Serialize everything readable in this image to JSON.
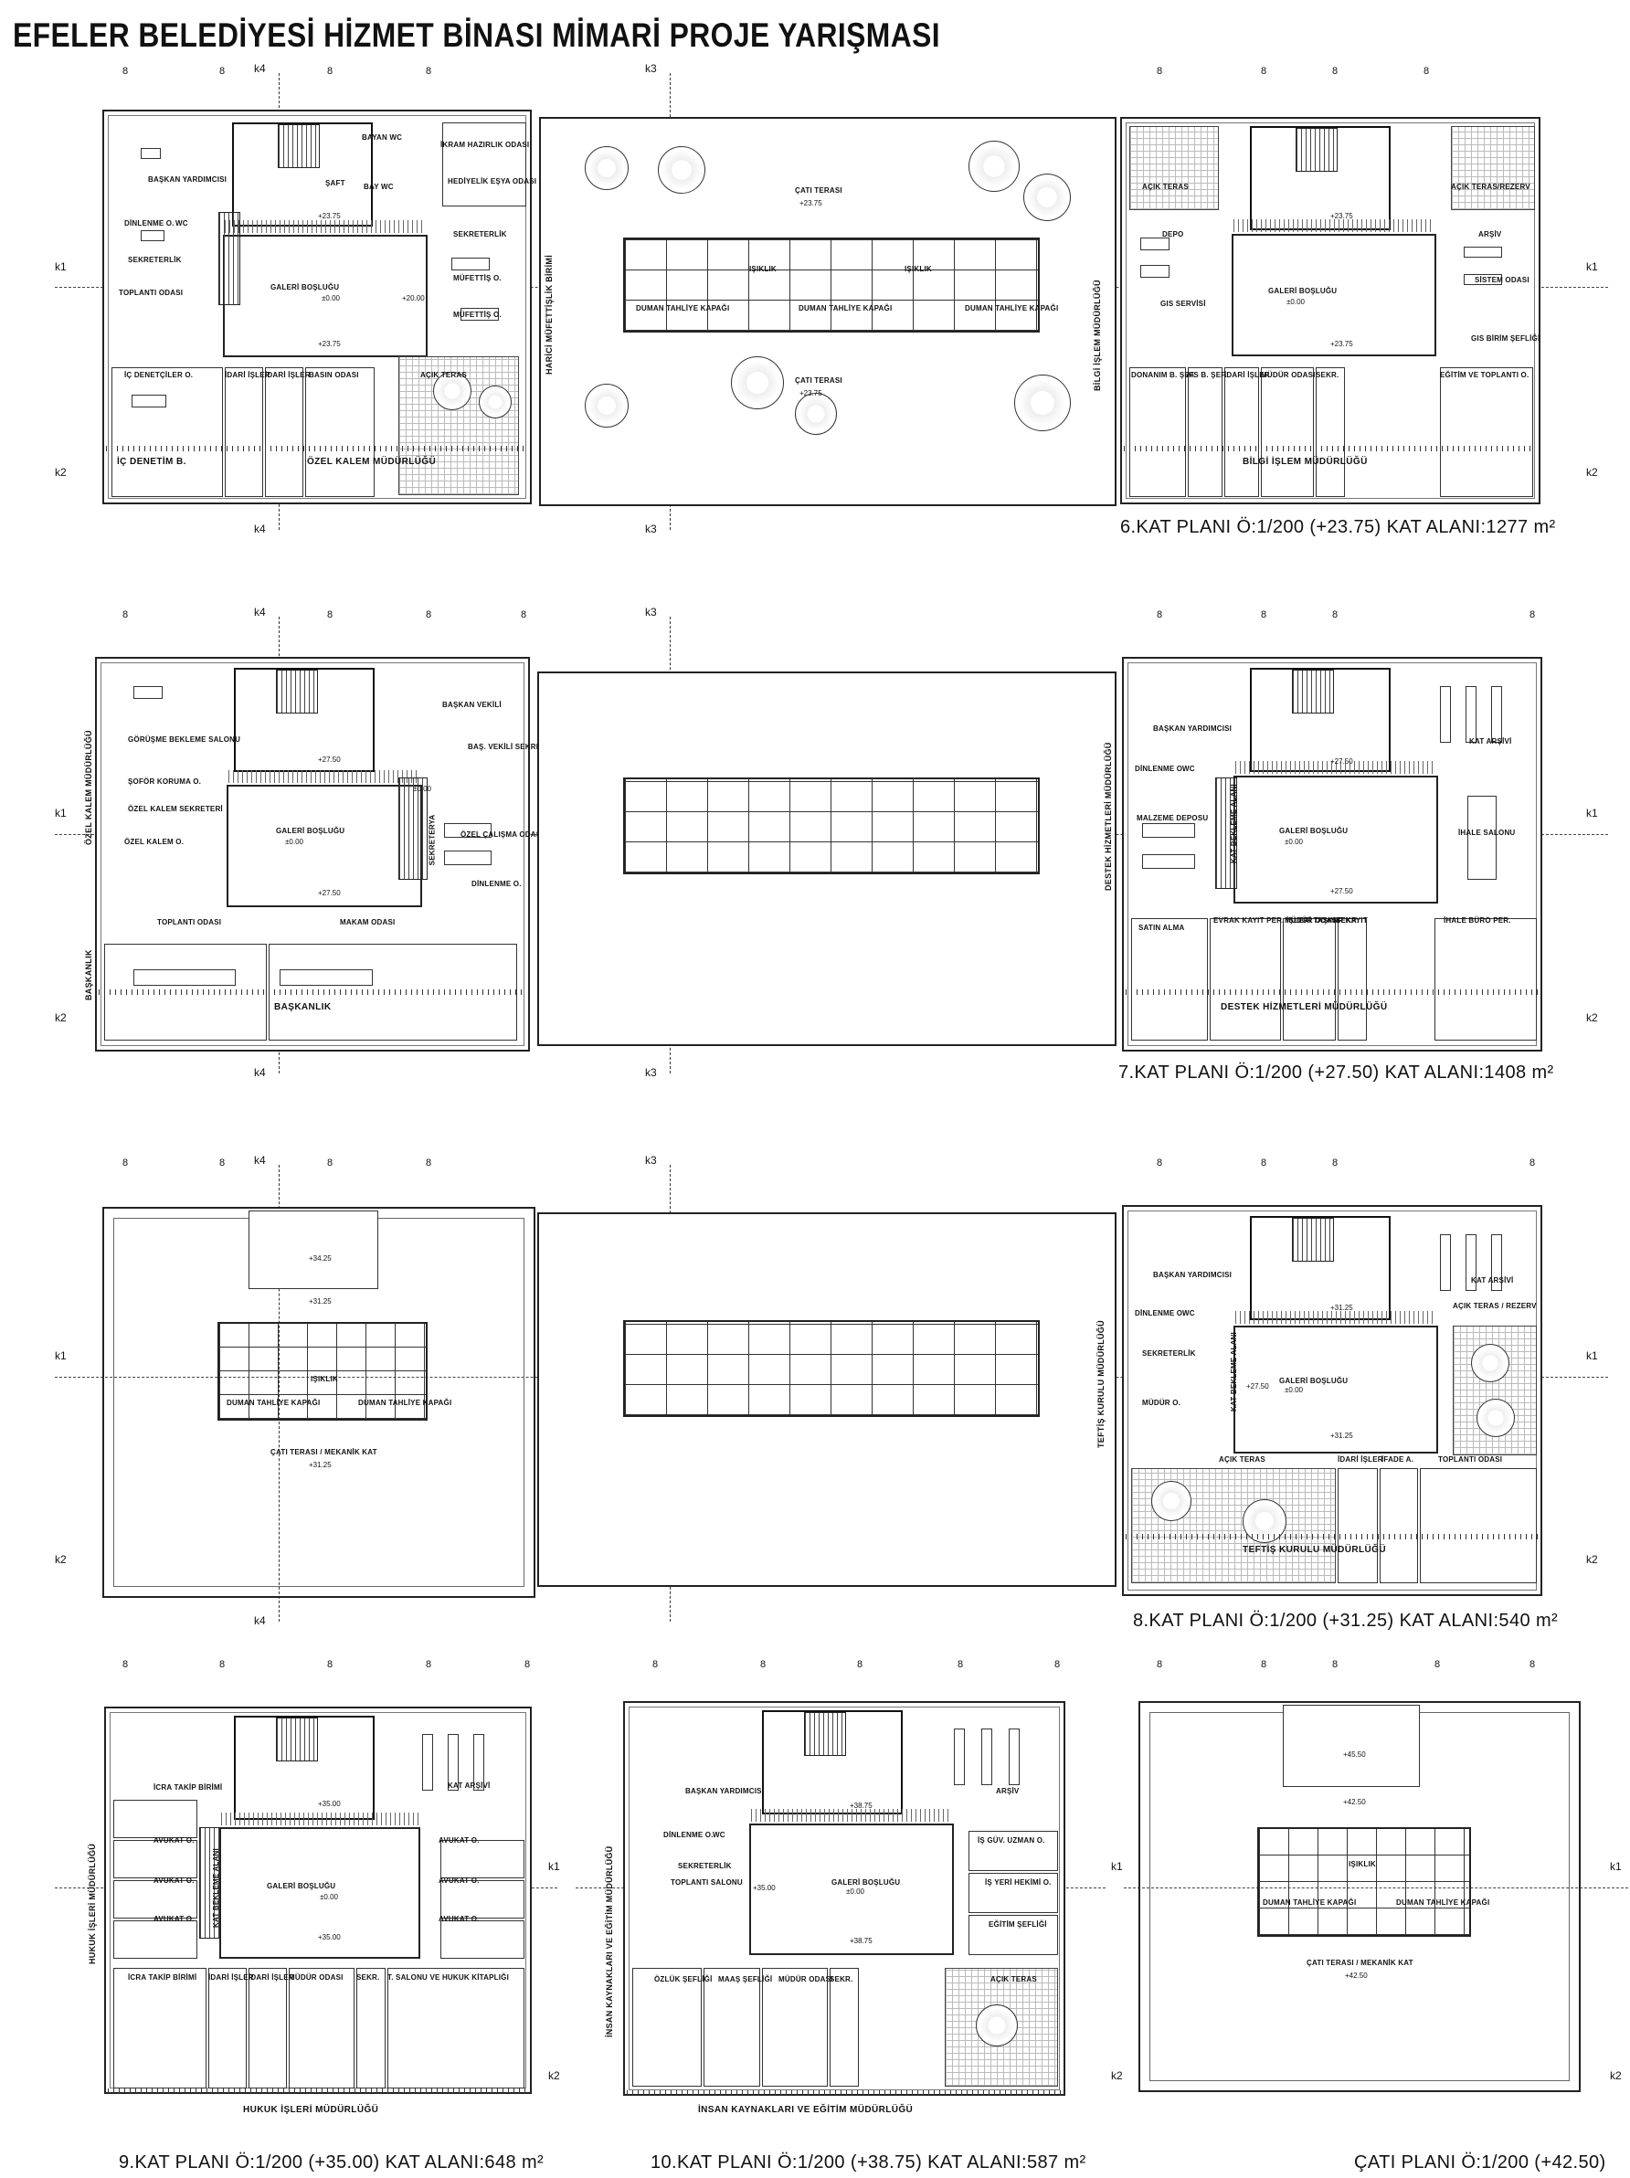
{
  "title": "EFELER BELEDİYESİ HİZMET BİNASI MİMARİ PROJE YARIŞMASI",
  "axes": {
    "grid_label": "8",
    "k1": "k1",
    "k2": "k2",
    "k3": "k3",
    "k4": "k4"
  },
  "plan6": {
    "caption": "6.KAT PLANI Ö:1/200 (+23.75)  KAT ALANI:1277 m²",
    "left": {
      "rooms": [
        "BAŞKAN YARDIMCISI",
        "DİNLENME O.",
        "WC",
        "SEKRETERLİK",
        "TOPLANTI ODASI",
        "İÇ DENETÇİLER O.",
        "İDARİ İŞLER",
        "İDARİ İŞLER",
        "BASIN ODASI",
        "AÇIK TERAS",
        "İKRAM HAZIRLIK ODASI",
        "HEDİYELİK EŞYA ODASI VE DEPO",
        "SEKRETERLİK",
        "MÜFETTİŞ O.",
        "MÜFETTİŞ O.",
        "BAYAN WC",
        "BAY WC",
        "ŞAFT",
        "GALERİ BOŞLUĞU"
      ],
      "levels": [
        "+23.75",
        "+23.75",
        "±0.00",
        "+20.00"
      ],
      "bottom_left": "İÇ DENETİM B.",
      "bottom_right": "ÖZEL KALEM MÜDÜRLÜĞÜ"
    },
    "bridge": {
      "side_label": "HARİCİ MÜFETTİŞLİK BİRİMİ",
      "terrace": "ÇATI TERASI",
      "terrace_level": "+23.75",
      "skylight": "IŞIKLIK",
      "smoke": "DUMAN TAHLİYE KAPAĞI"
    },
    "right": {
      "side_label": "BİLGİ İŞLEM MÜDÜRLÜĞÜ",
      "rooms": [
        "AÇIK TERAS",
        "AÇIK TERAS/REZERV",
        "DEPO",
        "ARŞİV",
        "SİSTEM ODASI",
        "GIS SERVİSİ",
        "GIS BİRİM ŞEFLİĞİ",
        "DONANIM B. ŞEF.",
        "AIS B. ŞEF.",
        "İDARİ İŞLER",
        "MÜDÜR ODASI",
        "SEKR.",
        "EĞİTİM VE TOPLANTI O.",
        "GALERİ BOŞLUĞU"
      ],
      "levels": [
        "+23.75",
        "±0.00",
        "+23.75"
      ],
      "bottom": "BİLGİ İŞLEM MÜDÜRLÜĞÜ"
    }
  },
  "plan7": {
    "caption": "7.KAT PLANI Ö:1/200 (+27.50)  KAT ALANI:1408 m²",
    "left": {
      "side_top": "ÖZEL KALEM MÜDÜRLÜĞÜ",
      "side_bottom": "BAŞKANLIK",
      "rooms": [
        "GÖRÜŞME BEKLEME SALONU",
        "ŞOFÖR KORUMA O.",
        "ÖZEL KALEM SEKRETERİ",
        "ÖZEL KALEM O.",
        "BAŞKAN VEKİLİ",
        "BAŞ. VEKİLİ SEKRETERİ",
        "ÖZEL ÇALIŞMA ODASI",
        "DİNLENME O.",
        "TOPLANTI ODASI",
        "MAKAM ODASI",
        "GALERİ BOŞLUĞU",
        "SEKRETERYA"
      ],
      "levels": [
        "+27.50",
        "±0.00",
        "+27.50",
        "±0.00"
      ],
      "bottom": "BAŞKANLIK"
    },
    "right": {
      "side_label": "DESTEK HİZMETLERİ MÜDÜRLÜĞÜ",
      "rooms": [
        "BAŞKAN YARDIMCISI",
        "DİNLENME O.",
        "WC",
        "MALZEME DEPOSU",
        "KAT BEKLEME ALANI",
        "KAT ARŞİVİ",
        "İHALE SALONU",
        "SATIN ALMA",
        "EVRAK KAYIT PER. İŞLERİ TAŞINIR KAYIT",
        "MÜDÜR ODASI",
        "SEKR.",
        "İHALE BÜRO PER.",
        "GALERİ BOŞLUĞU"
      ],
      "levels": [
        "+27.50",
        "±0.00",
        "+27.50"
      ],
      "bottom": "DESTEK HİZMETLERİ MÜDÜRLÜĞÜ"
    }
  },
  "plan8": {
    "caption": "8.KAT PLANI Ö:1/200 (+31.25)  KAT ALANI:540 m²",
    "left": {
      "levels": [
        "+34.25",
        "+31.25",
        "+31.25"
      ],
      "skylight": "IŞIKLIK",
      "smoke": "DUMAN TAHLİYE KAPAĞI",
      "terrace": "ÇATI TERASI / MEKANİK KAT"
    },
    "right": {
      "side_label": "TEFTİŞ KURULU MÜDÜRLÜĞÜ",
      "rooms": [
        "BAŞKAN YARDIMCISI",
        "KAT ARŞİVİ",
        "DİNLENME O.",
        "WC",
        "SEKRETERLİK",
        "MÜDÜR O.",
        "KAT BEKLEME ALANI",
        "AÇIK TERAS / REZERV",
        "AÇIK TERAS",
        "İDARİ İŞLER",
        "İFADE A.",
        "TOPLANTI ODASI",
        "GALERİ BOŞLUĞU"
      ],
      "levels": [
        "+31.25",
        "+27.50",
        "±0.00",
        "+31.25"
      ],
      "bottom": "TEFTİŞ KURULU MÜDÜRLÜĞÜ"
    }
  },
  "plan9": {
    "caption": "9.KAT PLANI Ö:1/200 (+35.00)  KAT ALANI:648 m²",
    "side_label": "HUKUK İŞLERİ MÜDÜRLÜĞÜ",
    "rooms": [
      "İCRA TAKİP BİRİMİ",
      "AVUKAT O.",
      "AVUKAT O.",
      "AVUKAT O.",
      "AVUKAT O.",
      "AVUKAT O.",
      "AVUKAT O.",
      "KAT ARŞİVİ",
      "KAT BEKLEME ALANI",
      "İCRA TAKİP BİRİMİ",
      "İDARİ İŞLER",
      "İDARİ İŞLER",
      "MÜDÜR ODASI",
      "SEKR.",
      "T. SALONU VE HUKUK KİTAPLIĞI",
      "GALERİ BOŞLUĞU"
    ],
    "levels": [
      "+35.00",
      "±0.00",
      "+35.00"
    ],
    "bottom": "HUKUK İŞLERİ MÜDÜRLÜĞÜ"
  },
  "plan10": {
    "caption": "10.KAT PLANI Ö:1/200 (+38.75)  KAT ALANI:587 m²",
    "side_label": "İNSAN KAYNAKLARI VE EĞİTİM MÜDÜRLÜĞÜ",
    "rooms": [
      "BAŞKAN YARDIMCISI",
      "DİNLENME O.",
      "WC",
      "SEKRETERLİK",
      "TOPLANTI SALONU",
      "ARŞİV",
      "İŞ GÜV. UZMAN O.",
      "İŞ YERİ HEKİMİ O.",
      "EĞİTİM ŞEFLİĞİ",
      "ÖZLÜK ŞEFLİĞİ",
      "MAAŞ ŞEFLİĞİ",
      "MÜDÜR ODASI",
      "SEKR.",
      "AÇIK TERAS",
      "GALERİ BOŞLUĞU"
    ],
    "levels": [
      "+38.75",
      "+35.00",
      "±0.00",
      "+38.75"
    ],
    "bottom": "İNSAN KAYNAKLARI VE EĞİTİM MÜDÜRLÜĞÜ"
  },
  "roof": {
    "caption": "ÇATI PLANI Ö:1/200 (+42.50)",
    "levels": [
      "+45.50",
      "+42.50",
      "+42.50"
    ],
    "skylight": "IŞIKLIK",
    "smoke": "DUMAN TAHLİYE KAPAĞI",
    "terrace": "ÇATI TERASI / MEKANİK KAT"
  }
}
